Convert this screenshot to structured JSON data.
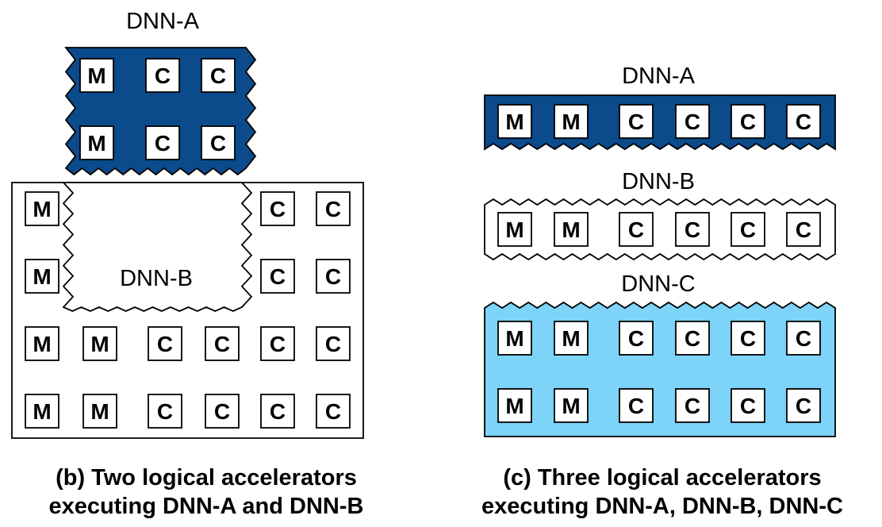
{
  "colors": {
    "dnn_a": "#0b4a8b",
    "dnn_b": "#ffffff",
    "dnn_c": "#7dd3f8",
    "stroke": "#000000"
  },
  "labels": {
    "left_dnn_a": "DNN-A",
    "left_dnn_b": "DNN-B",
    "right_dnn_a": "DNN-A",
    "right_dnn_b": "DNN-B",
    "right_dnn_c": "DNN-C"
  },
  "unit_letters": {
    "memory": "M",
    "compute": "C"
  },
  "left_layout": {
    "dnn_a_rows": [
      [
        "M",
        "C",
        "C"
      ],
      [
        "M",
        "C",
        "C"
      ]
    ],
    "dnn_b_rows": [
      [
        "M",
        "",
        "",
        "",
        "C",
        "C"
      ],
      [
        "M",
        "",
        "",
        "",
        "C",
        "C"
      ],
      [
        "M",
        "M",
        "C",
        "C",
        "C",
        "C"
      ],
      [
        "M",
        "M",
        "C",
        "C",
        "C",
        "C"
      ]
    ]
  },
  "right_layout": {
    "dnn_a_rows": [
      [
        "M",
        "M",
        "C",
        "C",
        "C",
        "C"
      ]
    ],
    "dnn_b_rows": [
      [
        "M",
        "M",
        "C",
        "C",
        "C",
        "C"
      ]
    ],
    "dnn_c_rows": [
      [
        "M",
        "M",
        "C",
        "C",
        "C",
        "C"
      ],
      [
        "M",
        "M",
        "C",
        "C",
        "C",
        "C"
      ]
    ]
  },
  "captions": {
    "left_line1": "(b) Two logical accelerators",
    "left_line2": "executing DNN-A and DNN-B",
    "right_line1": "(c) Three logical accelerators",
    "right_line2": "executing DNN-A, DNN-B, DNN-C"
  }
}
